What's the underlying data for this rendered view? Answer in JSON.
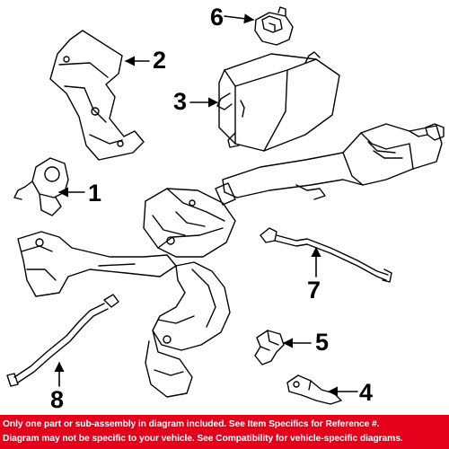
{
  "callouts": {
    "c1": "1",
    "c2": "2",
    "c3": "3",
    "c4": "4",
    "c5": "5",
    "c6": "6",
    "c7": "7",
    "c8": "8"
  },
  "footer": {
    "line1": "Only one part or sub-assembly in diagram included. See Item Specifics for Reference #.",
    "line2": "Diagram may not be specific to your vehicle. See Compatibility for vehicle-specific diagrams."
  },
  "colors": {
    "footer_background": "#e4001b",
    "footer_text": "#ffffff",
    "line_art": "#000000"
  }
}
